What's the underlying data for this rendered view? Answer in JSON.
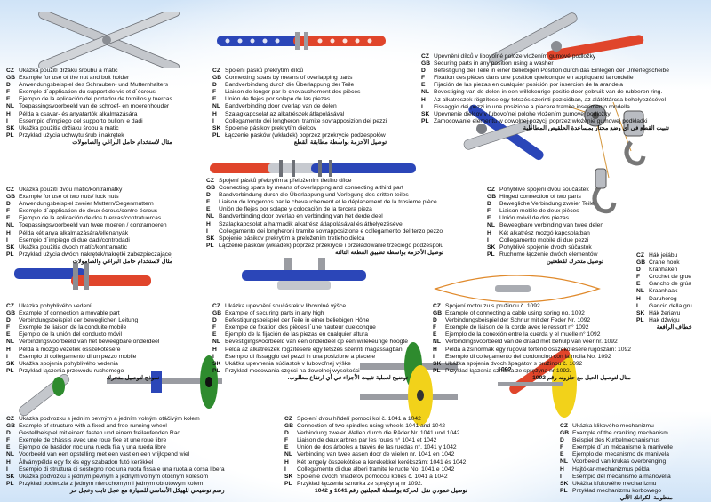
{
  "blocks": [
    {
      "id": "b1",
      "rows": [
        {
          "code": "CZ",
          "text": "Ukázka použití držáku šroubu a matic"
        },
        {
          "code": "GB",
          "text": "Example for use of the nut and bolt holder"
        },
        {
          "code": "D",
          "text": "Anwendungsbeispiel des Schrauben- und Mutternhalters"
        },
        {
          "code": "F",
          "text": "Exemple d´application du support de vis et d´écrous"
        },
        {
          "code": "E",
          "text": "Ejemplo de la aplicación del portador de tornillos y tuercas"
        },
        {
          "code": "NL",
          "text": "Toepassingsvoorbeeld van de schroef- en moerenhouder"
        },
        {
          "code": "H",
          "text": "Példa a csavar- és anyatartók alkalmazására"
        },
        {
          "code": "I",
          "text": "Essempio d'impiego del supporto bulloni e dadi"
        },
        {
          "code": "SK",
          "text": "Ukážka použitia držiaku šrobu a matic"
        },
        {
          "code": "PL",
          "text": "Przykład użycia uchwytu śrub i nakrętek"
        }
      ],
      "arabic": "مثال لاستخدام حامل البراغي والصامولات"
    },
    {
      "id": "b2",
      "rows": [
        {
          "code": "CZ",
          "text": "Spojení pásků překrytím dílců"
        },
        {
          "code": "GB",
          "text": "Connecting spars by means of overlapping parts"
        },
        {
          "code": "D",
          "text": "Bandverbindung durch die Überlappung der Teile"
        },
        {
          "code": "F",
          "text": "Liaison de longer par le chevauchement des pièces"
        },
        {
          "code": "E",
          "text": "Unión de flejes por solape de las piezas"
        },
        {
          "code": "NL",
          "text": "Bandverbinding door overlap van de delen"
        },
        {
          "code": "H",
          "text": "Szalagkapcsolat az alkatrészek átlapolásával"
        },
        {
          "code": "I",
          "text": "Collegamento dei longheroni tramite sovrapposizion dei pezzi"
        },
        {
          "code": "SK",
          "text": "Spojenie pásikov prekrytím dielcov"
        },
        {
          "code": "PL",
          "text": "Łączenie pasków (wkładek) poprzez przekrycie podzespołów"
        }
      ],
      "arabic": "توصيل الأحزمة بواسطة مطابقة القطع"
    },
    {
      "id": "b3",
      "rows": [
        {
          "code": "CZ",
          "text": "Upevnění dílců v libovolné poloze vložením gumové podložky"
        },
        {
          "code": "GB",
          "text": "Securing parts in any position using a washer"
        },
        {
          "code": "D",
          "text": "Befestigung der Teile in einer beliebigen Position durch das Einlegen der Unterlegscheibe"
        },
        {
          "code": "F",
          "text": "Fixation des pièces dans une position quelconque en appliquand la rondelle"
        },
        {
          "code": "E",
          "text": "Fijación de las piezas en cualquier posición por inserción de la arandela"
        },
        {
          "code": "NL",
          "text": "Bevestiging van de delen in een willekeurige positie door gebruik van de rubberen ring."
        },
        {
          "code": "H",
          "text": "Az alkatrészek rögzítése egy tetszés szerinti pozícióban, az alátéttárcsa behelyezésével"
        },
        {
          "code": "I",
          "text": "Fissaggio dei pezzi in una posizione a piacere tramite inserimento rondella"
        },
        {
          "code": "SK",
          "text": "Upevnenie dielcov v ľubovoľnej polohe vložením gumovej podložky"
        },
        {
          "code": "PL",
          "text": "Zamocowanie elementu w dowolnej pozycji poprzez włożenie gumowej podkładki"
        }
      ],
      "arabic": "تثبيت القطع في أي وضع مختار بمساعدة الحلقيص المطاطية"
    },
    {
      "id": "b4",
      "rows": [
        {
          "code": "CZ",
          "text": "Spojení pásků překrytím a přeložením třetího dílce"
        },
        {
          "code": "GB",
          "text": "Connecting spars by means of overlapping and connecting a third part"
        },
        {
          "code": "D",
          "text": "Bandverbindung durch die Überlappung und Verlegung des dritten teiles"
        },
        {
          "code": "F",
          "text": "Liaison de longerons par le chevauchement et  le déplacement de la trosième pièce"
        },
        {
          "code": "E",
          "text": "Unión de flejes por solape y colocación de la tercera pieza"
        },
        {
          "code": "NL",
          "text": "Bandverbinding door overlap en verbinding van het derde deel"
        },
        {
          "code": "H",
          "text": "Szalagkapcsolat a harmadik alkatrész átlapolásával és áthelyezésével"
        },
        {
          "code": "I",
          "text": "Collegamento dei longheroni tramite sovrapposizione e collegamento del terzo pezzo"
        },
        {
          "code": "SK",
          "text": "Spojenie pásikov prekrytím a preložením tretieho dielca"
        },
        {
          "code": "PL",
          "text": "Łączenie pasków (wkładek) poprzez przekrycie i przeładowanie trzeciego podzespołu"
        }
      ],
      "arabic": "توصيل الأحزمة بواسطة تطبيق القطعة الثالثة"
    },
    {
      "id": "b5",
      "rows": [
        {
          "code": "CZ",
          "text": "Pohyblivé spojení dvou součástek"
        },
        {
          "code": "GB",
          "text": "Hinged connection of two parts"
        },
        {
          "code": "D",
          "text": "Bewegliche Verbindung zweier Teile"
        },
        {
          "code": "F",
          "text": "Liaison mobile de deux pièces"
        },
        {
          "code": "E",
          "text": "Unión móvil de dos piezas"
        },
        {
          "code": "NL",
          "text": "Beweegbare verbinding van twee delen"
        },
        {
          "code": "H",
          "text": "Két alkatrész mozgó kapcsolatban"
        },
        {
          "code": "I",
          "text": "Collegamento mobile di due pezzi"
        },
        {
          "code": "SK",
          "text": "Pohyblivé spojenie dvoch súčastok"
        },
        {
          "code": "PL",
          "text": "Ruchome łączenie dwóch elementów"
        }
      ],
      "arabic": "توصيل متحرك لقطعتين"
    },
    {
      "id": "b6",
      "rows": [
        {
          "code": "CZ",
          "text": "Ukázka použití dvou matic/kontramatky"
        },
        {
          "code": "GB",
          "text": "Example for use of two nuts/ lock nuts"
        },
        {
          "code": "D",
          "text": "Anwendungsbeispiel zweier Muttern/Gegenmuttern"
        },
        {
          "code": "F",
          "text": "Exemple d´application de deux écrous/contre-écrous"
        },
        {
          "code": "E",
          "text": "Ejemplo de la aplicación de dos tuercas/contratuercas"
        },
        {
          "code": "NL",
          "text": "Toepassingsvoorbeeld van twee moeren / contramoeren"
        },
        {
          "code": "H",
          "text": "Példa két anya alkalmazására/ellenanyák"
        },
        {
          "code": "I",
          "text": "Esempio d´impiego di due dadi/controdadi"
        },
        {
          "code": "SK",
          "text": "Ukážka použitia dvoch matíc/kontramatíc"
        },
        {
          "code": "PL",
          "text": "Przykład użycia dwóch nakrętek/nakrętki zabezpieczającej"
        }
      ],
      "arabic": "مثال لاستخدام حامل البراغي والصامولات"
    },
    {
      "id": "b7",
      "rows": [
        {
          "code": "CZ",
          "text": "Hák jeřábu"
        },
        {
          "code": "GB",
          "text": "Crane hook"
        },
        {
          "code": "D",
          "text": "Kranhaken"
        },
        {
          "code": "F",
          "text": "Crochet de grue"
        },
        {
          "code": "E",
          "text": "Gancho de grúa"
        },
        {
          "code": "NL",
          "text": "Kraanhaak"
        },
        {
          "code": "H",
          "text": "Daruhorog"
        },
        {
          "code": "I",
          "text": "Gancio della gru"
        },
        {
          "code": "SK",
          "text": "Hák žeriavu"
        },
        {
          "code": "PL",
          "text": "Hak dźwigu"
        }
      ],
      "arabic": "خطاف الرافعة"
    },
    {
      "id": "b8",
      "rows": [
        {
          "code": "CZ",
          "text": "Ukázka pohyblivého vedení"
        },
        {
          "code": "GB",
          "text": "Example of connection a movable part"
        },
        {
          "code": "D",
          "text": "Verbindungsbeispiel der beweglichen Leitung"
        },
        {
          "code": "F",
          "text": "Exemple de liaison de la conduite mobile"
        },
        {
          "code": "E",
          "text": "Ejemplo de la unión del conducto móvil"
        },
        {
          "code": "NL",
          "text": "Verbindingsvoorbeeld van het beweegbare onderdeel"
        },
        {
          "code": "H",
          "text": "Példa a mozgó vezeték összekötésére"
        },
        {
          "code": "I",
          "text": "Esempio di collegamento di un pezzo mobile"
        },
        {
          "code": "SK",
          "text": "Ukážka spojenia pohyblivého vedenia"
        },
        {
          "code": "PL",
          "text": "Przykład łączenia przewodu ruchomego"
        }
      ],
      "arabic": "نموذج لتوصيل متحرك"
    },
    {
      "id": "b9",
      "rows": [
        {
          "code": "CZ",
          "text": "Ukázka upevnění součástek v libovolné výšce"
        },
        {
          "code": "GB",
          "text": "Example of securing parts in any high"
        },
        {
          "code": "D",
          "text": "Befestigungsbeispiel der Teile in einer beliebigen Höhe"
        },
        {
          "code": "F",
          "text": "Exemple de fixation des pièces  l´une hauteur quelconque"
        },
        {
          "code": "E",
          "text": "Ejemplo de la fijación de las piezas en cualquier altura"
        },
        {
          "code": "NL",
          "text": "Bevestigingsvoorbeeld van een onderdeel op een willekeurige hoogte"
        },
        {
          "code": "H",
          "text": "Példa az alkatrészek rögzítésére egy tetszés szerinti magasságban"
        },
        {
          "code": "I",
          "text": "Esempio di fissaggio dei pezzi in una posizione a piacere"
        },
        {
          "code": "SK",
          "text": "Ukážka upevnenia súčiastok v ľubovoľnej výške"
        },
        {
          "code": "PL",
          "text": "Przykład mocowania części na dowolnej wysokości"
        }
      ],
      "arabic": "توضيح لعملية تثبيت الأجزاء في أي ارتفاع مطلوب."
    },
    {
      "id": "b10",
      "rows": [
        {
          "code": "CZ",
          "text": "Spojení motouzu s pružinou č. 1092"
        },
        {
          "code": "GB",
          "text": "Example of connecting a cable using spring no. 1092"
        },
        {
          "code": "D",
          "text": "Verbindungsbeispiel der Schnur mit der Feder Nr. 1092"
        },
        {
          "code": "F",
          "text": "Exemple de liaison de la corde avec le ressort n° 1092"
        },
        {
          "code": "E",
          "text": "Ejemplo de la conexión entre la cuerda y el muelle n° 1092"
        },
        {
          "code": "NL",
          "text": "Verbindingsvoorbeeld van de draad met behulp van veer nr. 1092"
        },
        {
          "code": "H",
          "text": "Példa a zsinórmak egy rugóval történő összekötésére  rugószám: 1092"
        },
        {
          "code": "I",
          "text": "Esempio di collegamento del cordoncino con la molla No. 1092"
        },
        {
          "code": "SK",
          "text": "Ukážka spojenia dvoch špagátov s pružinou č. 1092"
        },
        {
          "code": "PL",
          "text": "Przykład łączenia sznurka ze sprężyną nr 1092."
        }
      ],
      "arabic": "مثال لتوصيل الحبل مع حلزونه رقم 1092"
    },
    {
      "id": "b11",
      "rows": [
        {
          "code": "CZ",
          "text": "Ukázka podvozku s jedním pevným a jedním volným otáčivým kolem"
        },
        {
          "code": "GB",
          "text": "Example of structure with a fixed and free-running wheel"
        },
        {
          "code": "D",
          "text": "Gestellbeispiel mit einem fasten und einem freilaufenden Rad"
        },
        {
          "code": "F",
          "text": "Exemple de châssis avec une roue fixe et une roue libre"
        },
        {
          "code": "E",
          "text": "Ejemplo de bastidor noc una rueda fija y una rueda libre"
        },
        {
          "code": "NL",
          "text": "Voorbeeld van een opstelling met een vast en een vrijlopend wiel"
        },
        {
          "code": "H",
          "text": "Állványpélda egy fix és egy szabadon futó kerékkel"
        },
        {
          "code": "I",
          "text": "Esempio di struttura di sostegno noc una ruota fissa e una ruota a corsa libera"
        },
        {
          "code": "SK",
          "text": "Ukážka podvozku s jedným pevným a jedným voľným otočným kolesom"
        },
        {
          "code": "PL",
          "text": "Przykład podwozia z jednym nieruchomym i jednym obrotowym kolem"
        }
      ],
      "arabic": "رسم توضيحي للهيكل الأساسي للسيارة مع عجل ثابت وعجل حر"
    },
    {
      "id": "b12",
      "rows": [
        {
          "code": "CZ",
          "text": "Spojení dvou hřídelí pomocí kol č. 1041 a 1042"
        },
        {
          "code": "GB",
          "text": "Connection of two spindles using wheels 1041 and 1042"
        },
        {
          "code": "D",
          "text": "Verbindung zweier Wellen durch die Räder Nr. 1041 und 1042"
        },
        {
          "code": "F",
          "text": "Liaison de deux arbres par les roues n° 1041 et 1042"
        },
        {
          "code": "E",
          "text": "Unión de dos árboles a través de las ruedas n°. 1041 y 1042"
        },
        {
          "code": "NL",
          "text": "Verbinding van twee assen door de wielen nr. 1041 en 1042"
        },
        {
          "code": "H",
          "text": "Két tengely összekötése a kerekekkel  kerékszám: 1041 és 1042"
        },
        {
          "code": "I",
          "text": "Collegamento di due alberi tramite le ruote No. 1041 e 1042"
        },
        {
          "code": "SK",
          "text": "Spojenie dvoch hriadeľov pomocou kolies č. 1041 a 1042"
        },
        {
          "code": "PL",
          "text": "Przykład łączenia sznurka ze sprężyną nr 1092."
        }
      ],
      "arabic": "توصيل عمودي نقل الحركة بواسطة العجلتين رقم 1041 و 1042"
    },
    {
      "id": "b13",
      "rows": [
        {
          "code": "CZ",
          "text": "Ukázka klikového mechanizmu"
        },
        {
          "code": "GB",
          "text": "Example of the cranking mechanism"
        },
        {
          "code": "D",
          "text": "Beispiel des Kurbelmechanismus"
        },
        {
          "code": "F",
          "text": "Exemple d´un mécanisme à manivelle"
        },
        {
          "code": "E",
          "text": "Ejemplo del mecanismo de manivela"
        },
        {
          "code": "NL",
          "text": "Voorbeeld van krukas overbrenging"
        },
        {
          "code": "H",
          "text": "Hajtókar-mechanizmus példa"
        },
        {
          "code": "I",
          "text": "Esempio del mecanismo a manovella"
        },
        {
          "code": "SK",
          "text": "Ukážka kľukového mechanizmu"
        },
        {
          "code": "PL",
          "text": "Przykład mechanizmu korbowego"
        }
      ],
      "arabic": "منظومة الكرانك الآلي"
    }
  ],
  "labels": {
    "spring_no": "1092"
  },
  "colors": {
    "red_strip": "#e0452b",
    "blue_strip": "#2b46b8",
    "yellow_wheel": "#f2d21a",
    "green_wheel": "#2e8b2e",
    "metal": "#b9bcc2"
  }
}
